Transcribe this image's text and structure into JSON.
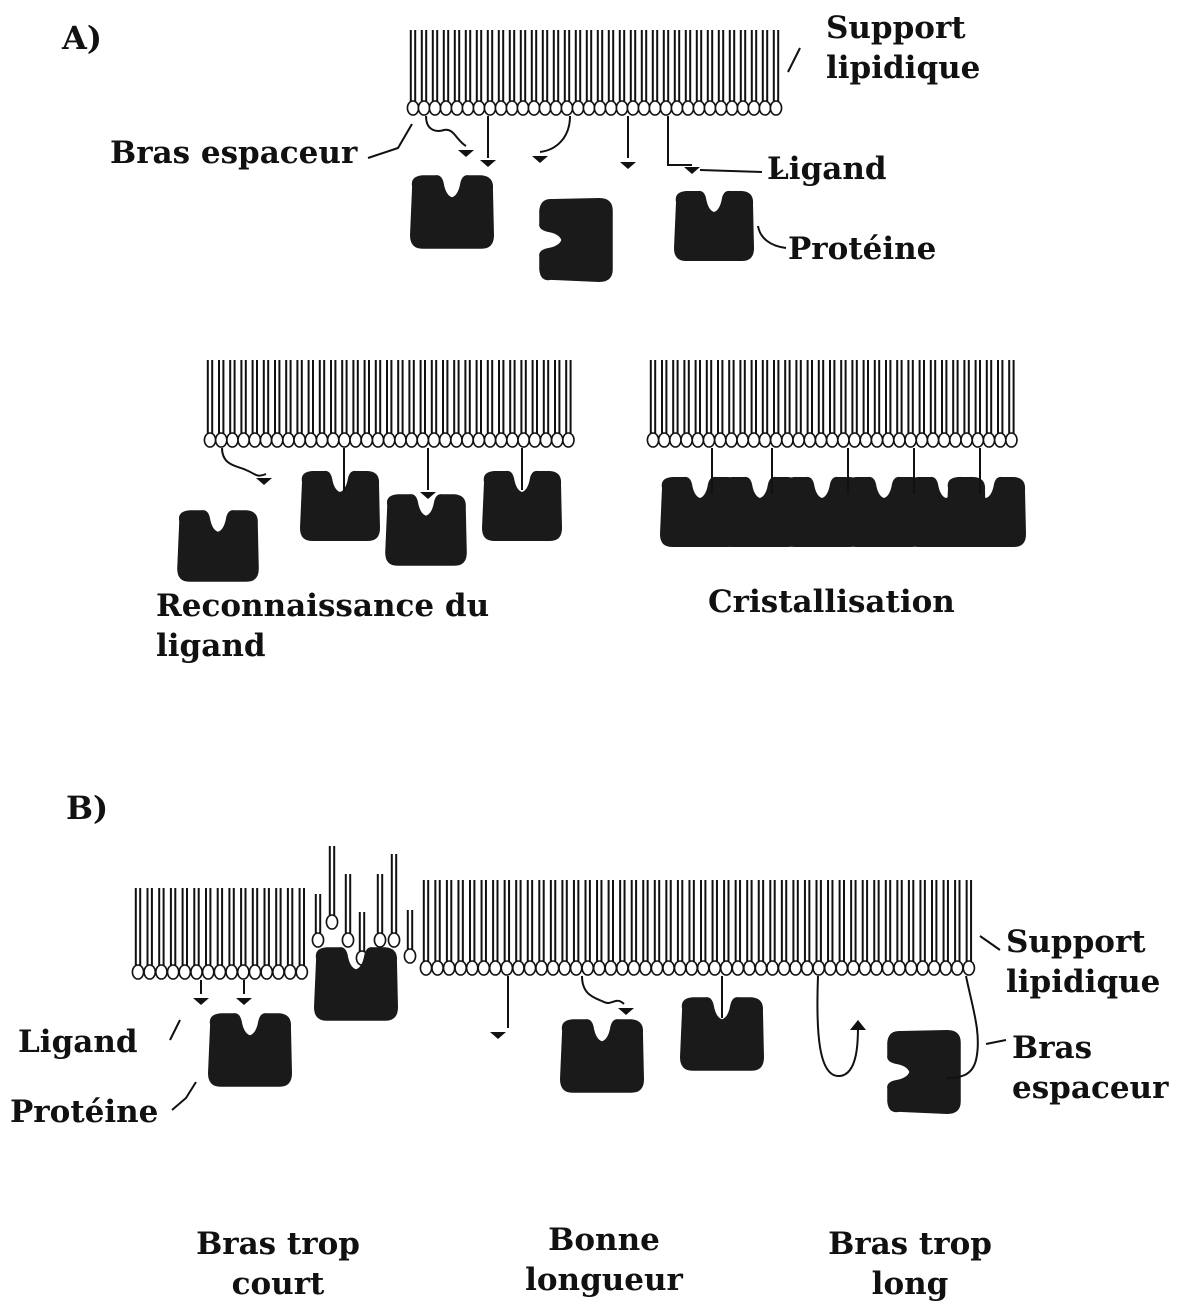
{
  "panel_a": {
    "panel_label": "A)",
    "support_label": {
      "line1": "Support",
      "line2": "lipidique"
    },
    "spacer_label": "Bras espaceur",
    "ligand_label": "Ligand",
    "protein_label": "Protéine",
    "recognition_caption": {
      "line1": "Reconnaissance du",
      "line2": "ligand"
    },
    "crystallization_caption": "Cristallisation"
  },
  "panel_b": {
    "panel_label": "B)",
    "support_label": {
      "line1": "Support",
      "line2": "lipidique"
    },
    "ligand_label": "Ligand",
    "protein_label": "Protéine",
    "spacer_label": {
      "line1": "Bras",
      "line2": "espaceur"
    },
    "short_arm_caption": {
      "line1": "Bras trop",
      "line2": "court"
    },
    "good_length_caption": {
      "line1": "Bonne",
      "line2": "longueur"
    },
    "long_arm_caption": {
      "line1": "Bras trop",
      "line2": "long"
    }
  },
  "colors": {
    "ink": "#111111",
    "background": "#ffffff",
    "protein_fill": "#1a1a1a"
  }
}
